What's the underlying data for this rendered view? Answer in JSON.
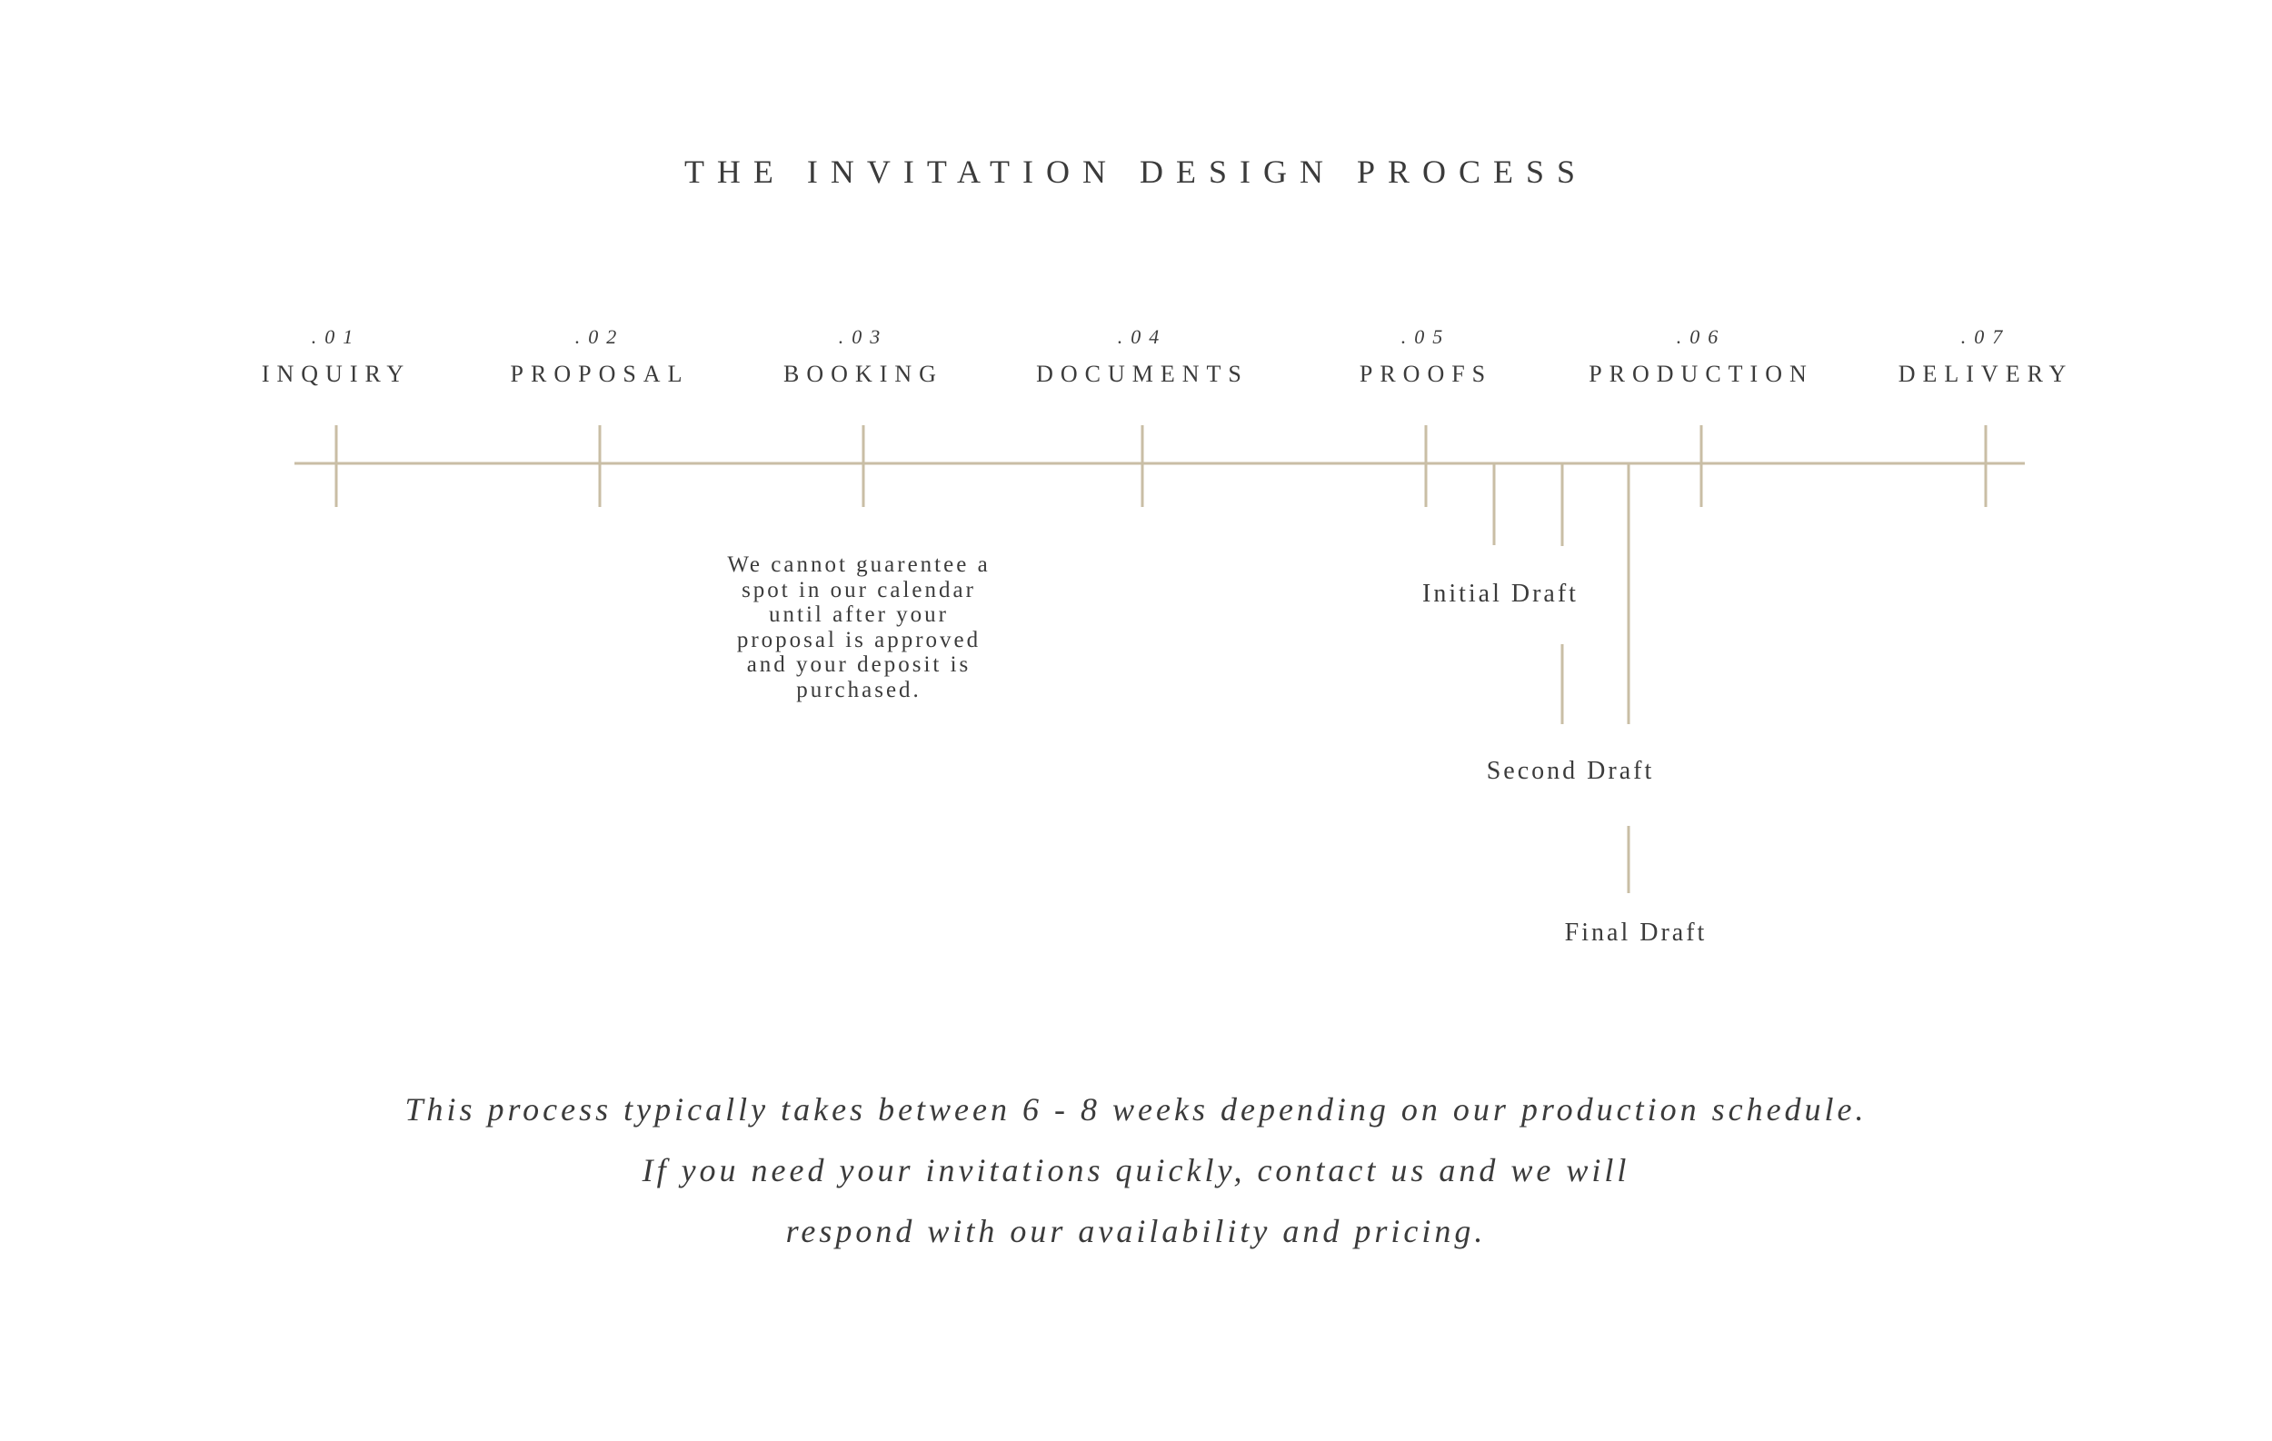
{
  "title": "THE INVITATION DESIGN PROCESS",
  "steps": [
    {
      "number": ".01",
      "label": "INQUIRY"
    },
    {
      "number": ".02",
      "label": "PROPOSAL"
    },
    {
      "number": ".03",
      "label": "BOOKING"
    },
    {
      "number": ".04",
      "label": "DOCUMENTS"
    },
    {
      "number": ".05",
      "label": "PROOFS"
    },
    {
      "number": ".06",
      "label": "PRODUCTION"
    },
    {
      "number": ".07",
      "label": "DELIVERY"
    }
  ],
  "booking_note": "We cannot guarentee a spot in our calendar until after your proposal is approved and your deposit is purchased.",
  "drafts": {
    "initial": "Initial Draft",
    "second": "Second Draft",
    "final": "Final Draft"
  },
  "footer": {
    "line1": "This process typically takes between 6 - 8 weeks depending on our production schedule.",
    "line2": "If you need your invitations quickly, contact us and we will",
    "line3": "respond with our availability and pricing."
  },
  "colors": {
    "line": "#c9bea5",
    "text": "#3b3b3b",
    "background": "#ffffff"
  }
}
